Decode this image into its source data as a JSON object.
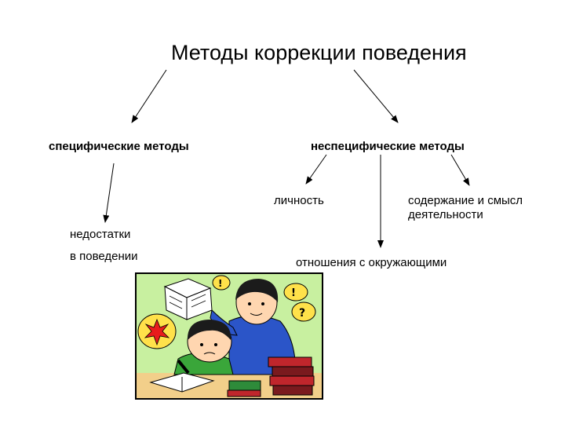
{
  "diagram": {
    "title": "Методы коррекции поведения",
    "specific": {
      "label": "специфические методы",
      "children": [
        "недостатки",
        "в поведении"
      ]
    },
    "nonspecific": {
      "label": "неспецифические методы",
      "children": {
        "personality": "личность",
        "activity": [
          "содержание и смысл",
          "деятельности"
        ],
        "relations": "отношения с окружающими"
      }
    }
  },
  "colors": {
    "arrow": "#000000",
    "clipart_background": "#c8f0a0",
    "clipart_border": "#000000"
  },
  "icons": [
    "study-clipart"
  ]
}
